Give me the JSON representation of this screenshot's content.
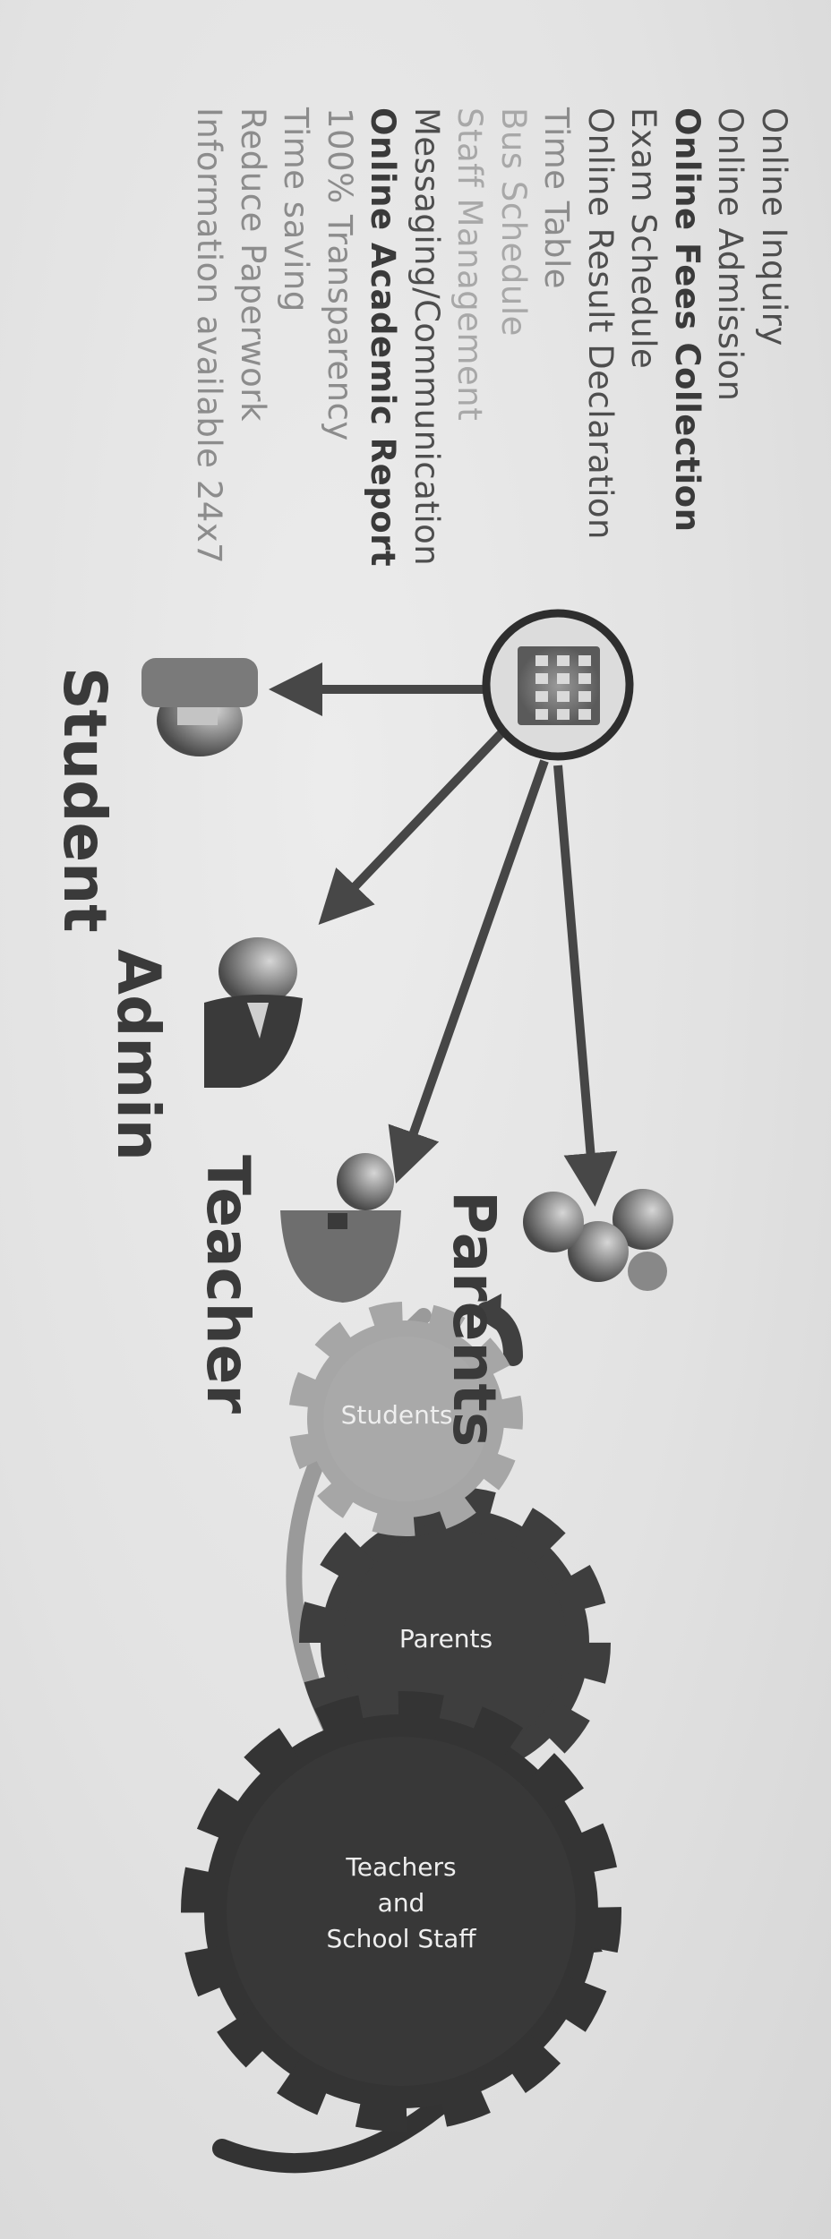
{
  "features": [
    {
      "text": "Online Inquiry",
      "style": "normal"
    },
    {
      "text": "Online Admission",
      "style": "normal"
    },
    {
      "text": "Online Fees Collection",
      "style": "bold"
    },
    {
      "text": "Exam Schedule",
      "style": "normal"
    },
    {
      "text": "Online Result Declaration",
      "style": "normal"
    },
    {
      "text": "Time Table",
      "style": "light"
    },
    {
      "text": "Bus Schedule",
      "style": "faint"
    },
    {
      "text": "Staff Management",
      "style": "faint"
    },
    {
      "text": "Messaging/Communication",
      "style": "normal"
    },
    {
      "text": "Online Academic Report",
      "style": "bold"
    },
    {
      "text": "100% Transparency",
      "style": "light"
    },
    {
      "text": "Time saving",
      "style": "light"
    },
    {
      "text": "Reduce Paperwork",
      "style": "light"
    },
    {
      "text": "Information available 24x7",
      "style": "light"
    }
  ],
  "roles": {
    "student": "Student",
    "admin": "Admin",
    "teacher": "Teacher",
    "parents": "Parents"
  },
  "gears": {
    "parents": "Parents",
    "students": "Students",
    "staff_line1": "Teachers",
    "staff_line2": "and",
    "staff_line3": "School Staff"
  },
  "colors": {
    "text": "#4e4e4e",
    "arrow": "#444444",
    "gear_dark": "#3e3e3e",
    "gear_light": "#a6a6a6"
  },
  "icons": {
    "hub": "school-building-icon",
    "student": "student-icon",
    "admin": "admin-icon",
    "teacher": "teacher-icon",
    "parents": "parents-group-icon"
  }
}
